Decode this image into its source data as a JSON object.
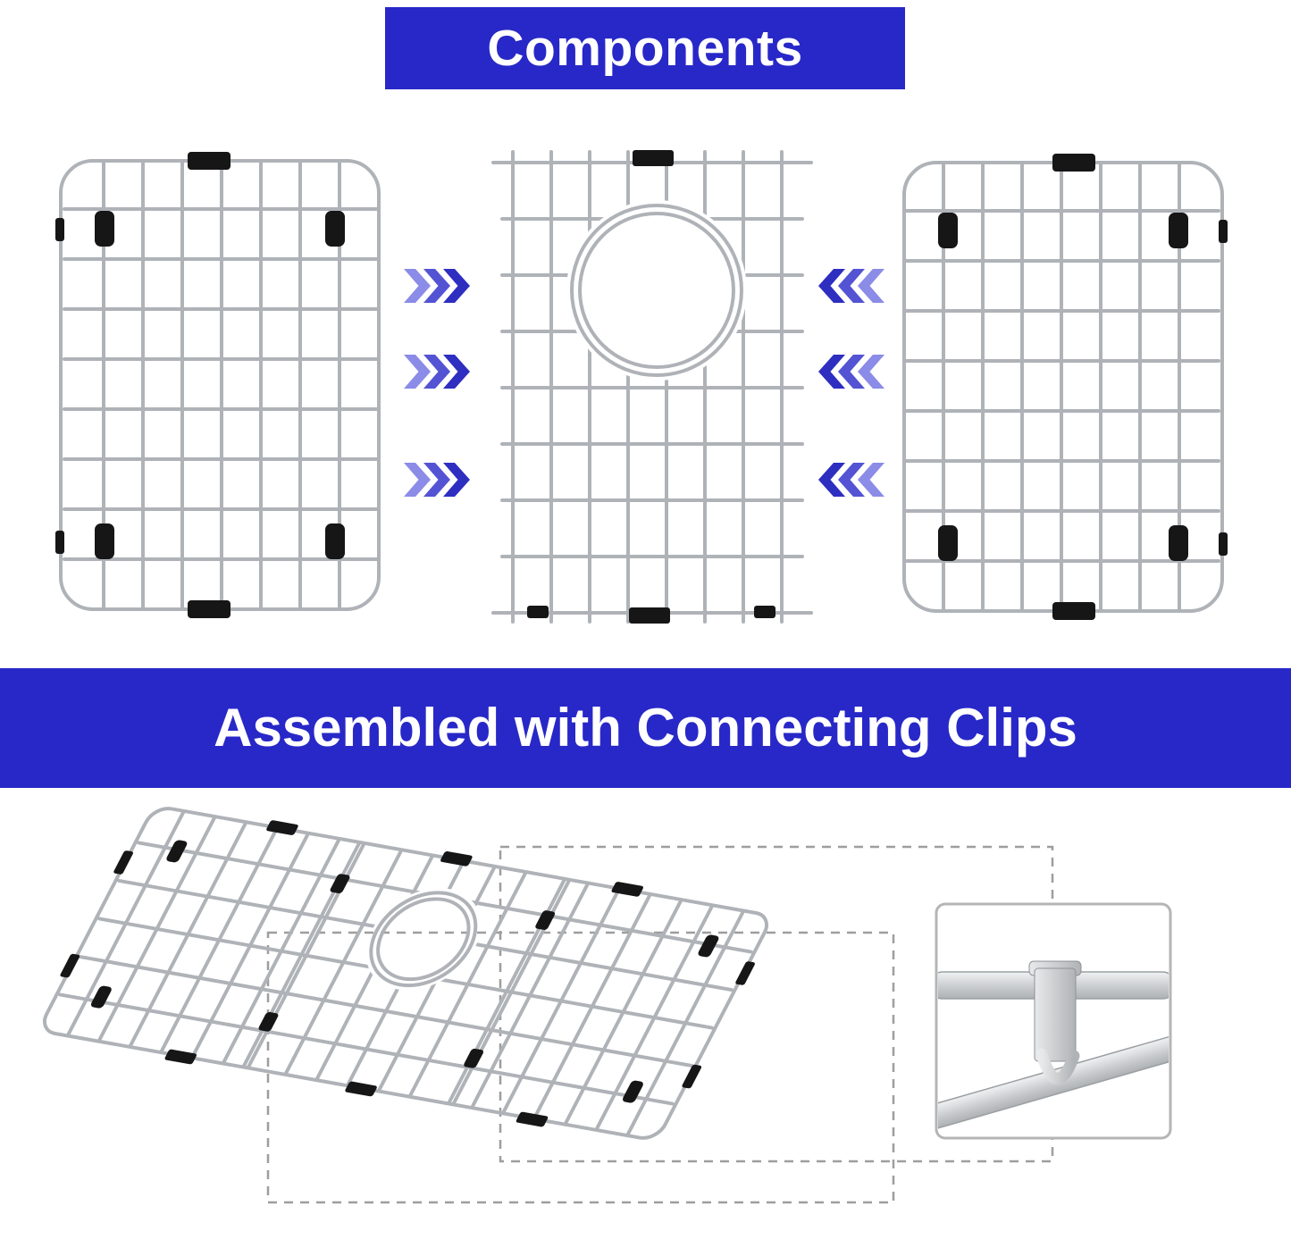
{
  "banners": {
    "components": {
      "label": "Components"
    },
    "assembled": {
      "label": "Assembled with Connecting Clips"
    }
  },
  "colors": {
    "banner-blue": "#2828c8",
    "banner-text": "#ffffff",
    "arrow-light": "#8b8be8",
    "arrow-mid": "#5353d4",
    "arrow-dark": "#2e2ec0",
    "wire": "#afb3b8",
    "clip": "#161616",
    "dash": "#9e9e9e",
    "inset-border": "#b5b5b5"
  },
  "graphics": {
    "left_panel": "sink-grid-left-panel",
    "center_panel": "sink-grid-center-panel-with-drain-hole",
    "right_panel": "sink-grid-right-panel",
    "arrows_toward_center_left": "triple-chevron-right-icon",
    "arrows_toward_center_right": "triple-chevron-left-icon",
    "assembled_grid": "assembled-sink-grid-perspective",
    "sink_outline": "dashed-sink-outline",
    "clip_inset": "connecting-clip-detail-inset"
  }
}
